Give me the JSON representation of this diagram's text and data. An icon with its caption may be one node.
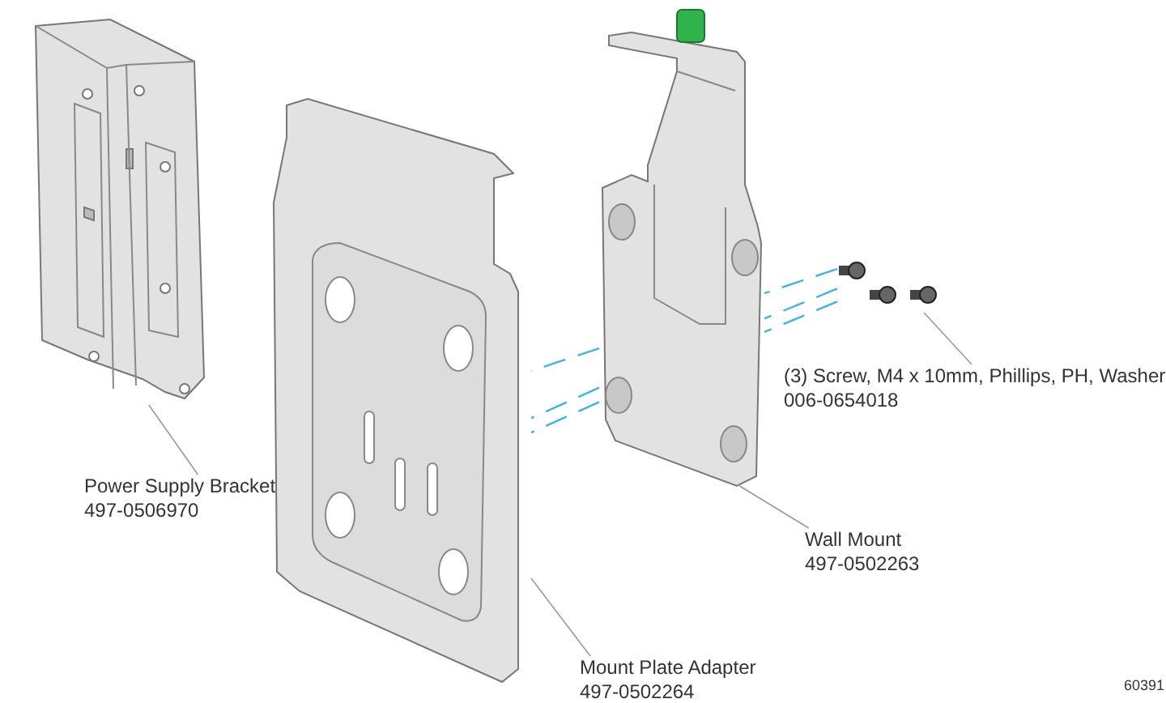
{
  "diagram": {
    "nodes": [
      {
        "text": [
          "Power Supply Bracket",
          "497-0506970"
        ]
      },
      {
        "text": [],
        "shape": "picture"
      },
      {
        "text": [
          "Mount Plate Adapter",
          "497-0502264"
        ]
      },
      {
        "text": [],
        "shape": "picture"
      },
      {
        "text": [
          "Wall Mount",
          "497-0502263"
        ]
      },
      {
        "text": [],
        "shape": "picture"
      },
      {
        "text": [
          "(3) Screw, M4 x 10mm, Phillips, PH, Washer",
          "006-0654018"
        ]
      },
      {
        "text": [],
        "shape": "picture"
      }
    ],
    "edges": [
      {
        "from": 0,
        "to": 1,
        "arrow": "none",
        "color": "#999999"
      },
      {
        "from": 2,
        "to": 3,
        "arrow": "none",
        "color": "#999999"
      },
      {
        "from": 4,
        "to": 5,
        "arrow": "none",
        "color": "#999999"
      },
      {
        "from": 6,
        "to": 7,
        "arrow": "none",
        "color": "#999999"
      },
      {
        "from": 7,
        "to": 5,
        "arrow": "none",
        "style": "dashed",
        "color": "#3cb4e8"
      },
      {
        "from": 7,
        "to": 5,
        "arrow": "none",
        "style": "dashed",
        "color": "#3cb4e8"
      },
      {
        "from": 7,
        "to": 5,
        "arrow": "none",
        "style": "dashed",
        "color": "#3cb4e8"
      },
      {
        "from": 5,
        "to": 3,
        "arrow": "none",
        "style": "dashed",
        "color": "#3cb4e8"
      },
      {
        "from": 5,
        "to": 3,
        "arrow": "none",
        "style": "dashed",
        "color": "#3cb4e8"
      },
      {
        "from": 5,
        "to": 3,
        "arrow": "none",
        "style": "dashed",
        "color": "#3cb4e8"
      }
    ],
    "labels": [
      "60391"
    ]
  }
}
